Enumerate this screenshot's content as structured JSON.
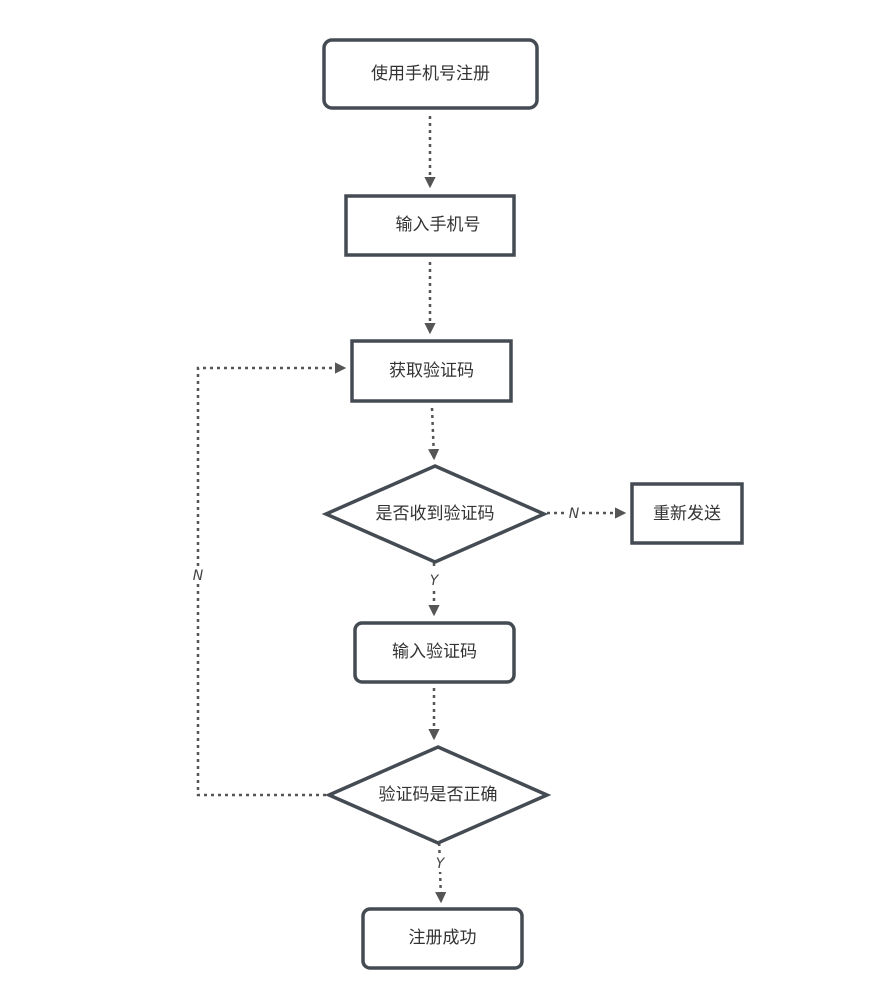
{
  "nodes": {
    "start": "使用手机号注册",
    "input_phone": "输入手机号",
    "get_code": "获取验证码",
    "received_check": "是否收到验证码",
    "resend": "重新发送",
    "input_code": "输入验证码",
    "correct_check": "验证码是否正确",
    "success": "注册成功"
  },
  "edge_labels": {
    "received_no": "N",
    "received_yes": "Y",
    "correct_no": "N",
    "correct_yes": "Y"
  },
  "colors": {
    "stroke": "#444b52",
    "edge": "#555555",
    "text": "#333333"
  }
}
